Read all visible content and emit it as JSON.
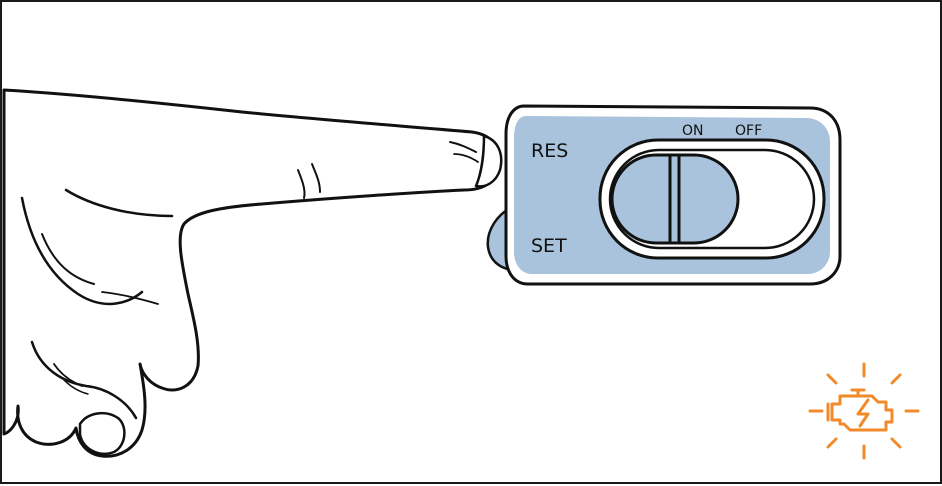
{
  "switch": {
    "res_label": "RES",
    "set_label": "SET",
    "on_label": "ON",
    "off_label": "OFF",
    "position": "ON"
  },
  "colors": {
    "panel_fill": "#a9c3dc",
    "outline": "#111111",
    "warning": "#f08a2a"
  },
  "icons": {
    "hand": "pointing-finger-icon",
    "warning": "check-engine-warning-icon"
  }
}
